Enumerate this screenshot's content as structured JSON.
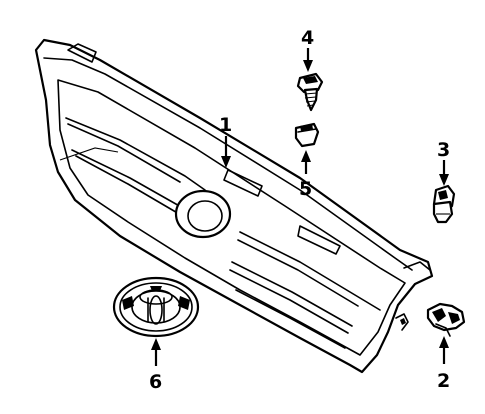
{
  "callouts": {
    "c1": "1",
    "c2": "2",
    "c3": "3",
    "c4": "4",
    "c5": "5",
    "c6": "6"
  },
  "icons": {
    "grille": "radiator-grille-shape",
    "emblem": "toyota-emblem-shape",
    "clip2": "bracket-clip-shape",
    "clip3": "retainer-clip-shape",
    "screw4": "screw-shape",
    "nut5": "nut-shape"
  },
  "colors": {
    "ink": "#000000",
    "paper": "#ffffff"
  }
}
